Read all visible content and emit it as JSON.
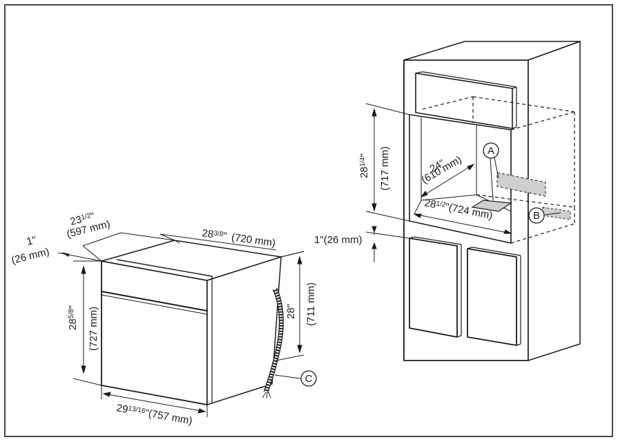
{
  "oven": {
    "depth_front": {
      "inch": "1\"",
      "mm": "(26 mm)"
    },
    "depth_body": {
      "whole": "23",
      "frac": "1/2",
      "unit": "\"",
      "mm": "(597 mm)"
    },
    "width_top": {
      "whole": "28",
      "frac": "3/8",
      "unit": "\"",
      "mm": "(720 mm)"
    },
    "height_front": {
      "whole": "28",
      "frac": "5/8",
      "unit": "\"",
      "mm": "(727 mm)"
    },
    "height_back": {
      "inch": "28\"",
      "mm": "(711 mm)"
    },
    "width_bottom": {
      "whole": "29",
      "frac": "13/16",
      "unit": "\"",
      "mm": "(757 mm)"
    },
    "callout_c": "C"
  },
  "cabinet": {
    "niche_height": {
      "whole": "28",
      "frac": "1/4",
      "unit": "\"",
      "mm": "(717 mm)"
    },
    "niche_depth": {
      "inch": "24\"",
      "mm": "(610 mm)"
    },
    "niche_width": {
      "whole": "28",
      "frac": "1/2",
      "unit": "\"",
      "mm": "(724 mm)"
    },
    "gap": {
      "text": "1\"(26 mm)"
    },
    "callout_a": "A",
    "callout_b": "B"
  },
  "colors": {
    "line": "#1a1a1a",
    "hatch": "#cfcfcf"
  }
}
